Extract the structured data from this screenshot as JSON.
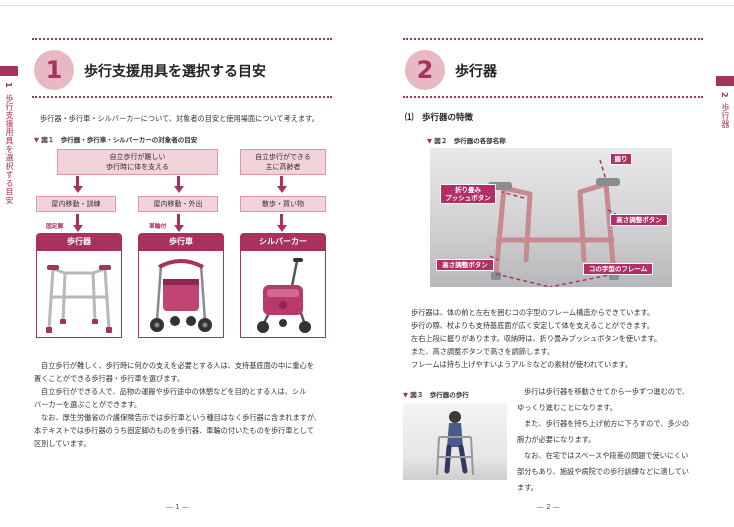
{
  "left": {
    "chapter_number": "1",
    "chapter_title": "歩行支援用具を選択する目安",
    "side_tab_number": "1",
    "side_tab_text": "歩行支援用具を選択する目安",
    "intro": "歩行器・歩行車・シルバーカーについて、対象者の目安と使用場面について考えます。",
    "figure_caption": "図１　歩行器・歩行車・シルバーカーの対象者の目安",
    "target_a": "自立歩行が難しい\n歩行時に体を支える",
    "target_b": "自立歩行ができる\n主に高齢者",
    "use_1": "屋内移動・訓練",
    "use_2": "屋内移動・外出",
    "use_3": "散歩・買い物",
    "tag_fixed": "固定脚",
    "tag_wheels": "車輪付",
    "device_1": "歩行器",
    "device_2": "歩行車",
    "device_3": "シルバーカー",
    "body_1": "自立歩行が難しく、歩行時に何かの支えを必要とする人は、支持基底面の中に重心を",
    "body_2": "置くことができる歩行器・歩行車を選びます。",
    "body_3": "自立歩行ができる人で、品物の運搬や歩行途中の休憩などを目的とする人は、シル",
    "body_4": "バーカーを選ぶことができます。",
    "body_5": "なお、厚生労働省の介護保険告示では歩行車という種目はなく歩行器に含まれますが、",
    "body_6": "本テキストでは歩行器のうち固定脚のものを歩行器、車輪の付いたものを歩行車として",
    "body_7": "区別しています。",
    "page_number": "— 1 —"
  },
  "right": {
    "chapter_number": "2",
    "chapter_title": "歩行器",
    "side_tab_number": "2",
    "side_tab_text": "歩行器",
    "section_heading": "⑴　歩行器の特徴",
    "figure2_caption": "図２　歩行器の各部名称",
    "label_grip": "握り",
    "label_folding": "折り畳み\nプッシュボタン",
    "label_height_right": "高さ調整ボタン",
    "label_height_left": "高さ調整ボタン",
    "label_frame": "コの字型のフレーム",
    "body_1": "歩行器は、体の前と左右を囲むコの字型のフレーム構造からできています。",
    "body_2": "歩行の際、杖よりも支持基底面が広く安定して体を支えることができます。",
    "body_3": "左右上段に握りがあります。収納時は、折り畳みプッシュボタンを使います。",
    "body_4": "また、高さ調整ボタンで高さを調節します。",
    "body_5": "フレームは持ち上げやすいようアルミなどの素材が使われています。",
    "figure3_caption": "図３　歩行器の歩行",
    "body_6": "歩行は歩行器を移動させてから一歩ずつ進むので、",
    "body_7": "ゆっくり進むことになります。",
    "body_8": "また、歩行器を持ち上げ前方に下ろすので、多少の",
    "body_9": "腕力が必要になります。",
    "body_10": "なお、在宅ではスペースや段差の問題で使いにくい",
    "body_11": "部分もあり、施設や病院での歩行訓練などに適してい",
    "body_12": "ます。",
    "page_number": "— 2 —"
  },
  "colors": {
    "accent": "#a7325e",
    "light_pink": "#f3d2da",
    "circle_pink": "#e8b9c3"
  }
}
